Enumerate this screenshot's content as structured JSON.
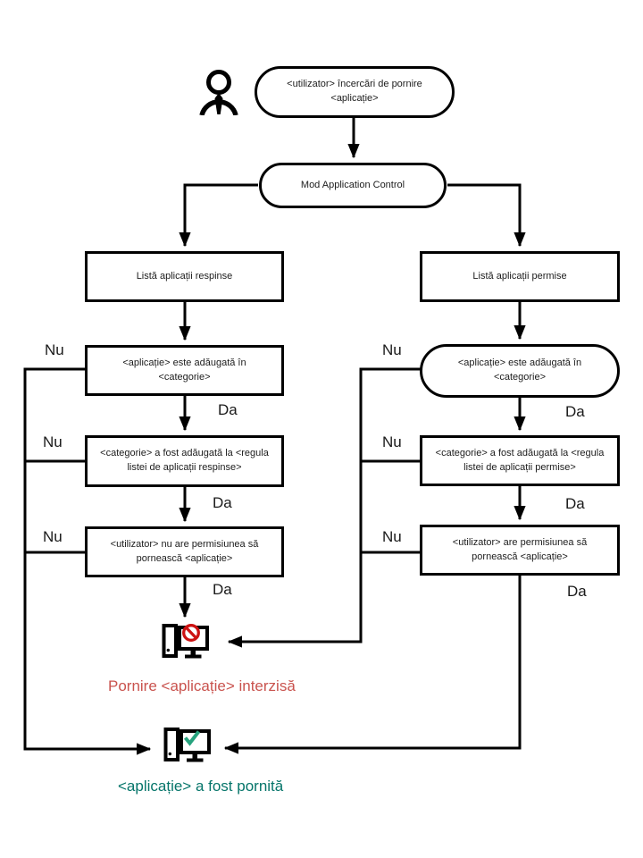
{
  "labels": {
    "no": "Nu",
    "yes": "Da"
  },
  "nodes": {
    "start": "<utilizator> încercări de pornire <aplicație>",
    "mode": "Mod Application Control",
    "denied_list": "Listă aplicații respinse",
    "allowed_list": "Listă aplicații permise",
    "denied_app_in_category": "<aplicație> este adăugată în <categorie>",
    "allowed_app_in_category": "<aplicație> este adăugată în <categorie>",
    "denied_category_rule": "<categorie> a fost adăugată la <regula listei de aplicații respinse>",
    "allowed_category_rule": "<categorie> a fost adăugată la <regula listei de aplicații permise>",
    "denied_user_permission": "<utilizator> nu are permisiunea să pornească <aplicație>",
    "allowed_user_permission": "<utilizator> are permisiunea să pornească <aplicație>"
  },
  "results": {
    "blocked": "Pornire <aplicație> interzisă",
    "started": "<aplicație> a fost pornită"
  },
  "icons": {
    "user": "user-icon",
    "blocked_computer": "computer-blocked-icon",
    "started_computer": "computer-started-icon"
  },
  "colors": {
    "line": "#000000",
    "blocked_sign": "#cc1212",
    "blocked_text": "#c9534e",
    "check_mark": "#27a37e",
    "started_text": "#06756a"
  }
}
